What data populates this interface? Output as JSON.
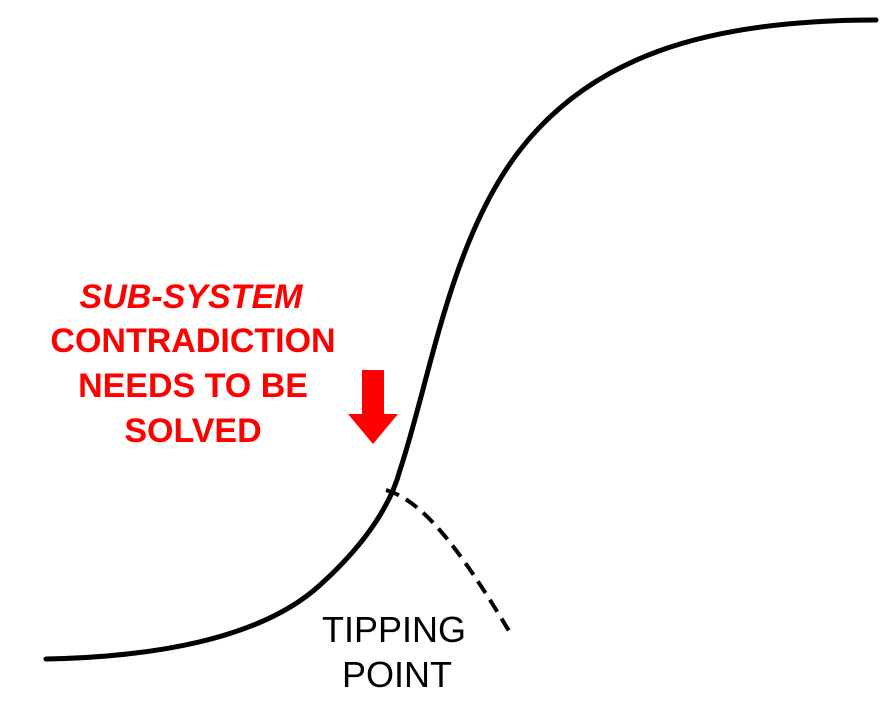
{
  "annotation": {
    "line1": "SUB-SYSTEM",
    "line2": "CONTRADICTION",
    "line3": "NEEDS TO BE",
    "line4": "SOLVED",
    "color": "#ff0000"
  },
  "tipping_label": {
    "line1": "TIPPING",
    "line2": "POINT"
  },
  "icons": {
    "pointer": "down-arrow-icon"
  },
  "colors": {
    "curve": "#000000",
    "arrow": "#ff0000",
    "background": "#ffffff"
  }
}
